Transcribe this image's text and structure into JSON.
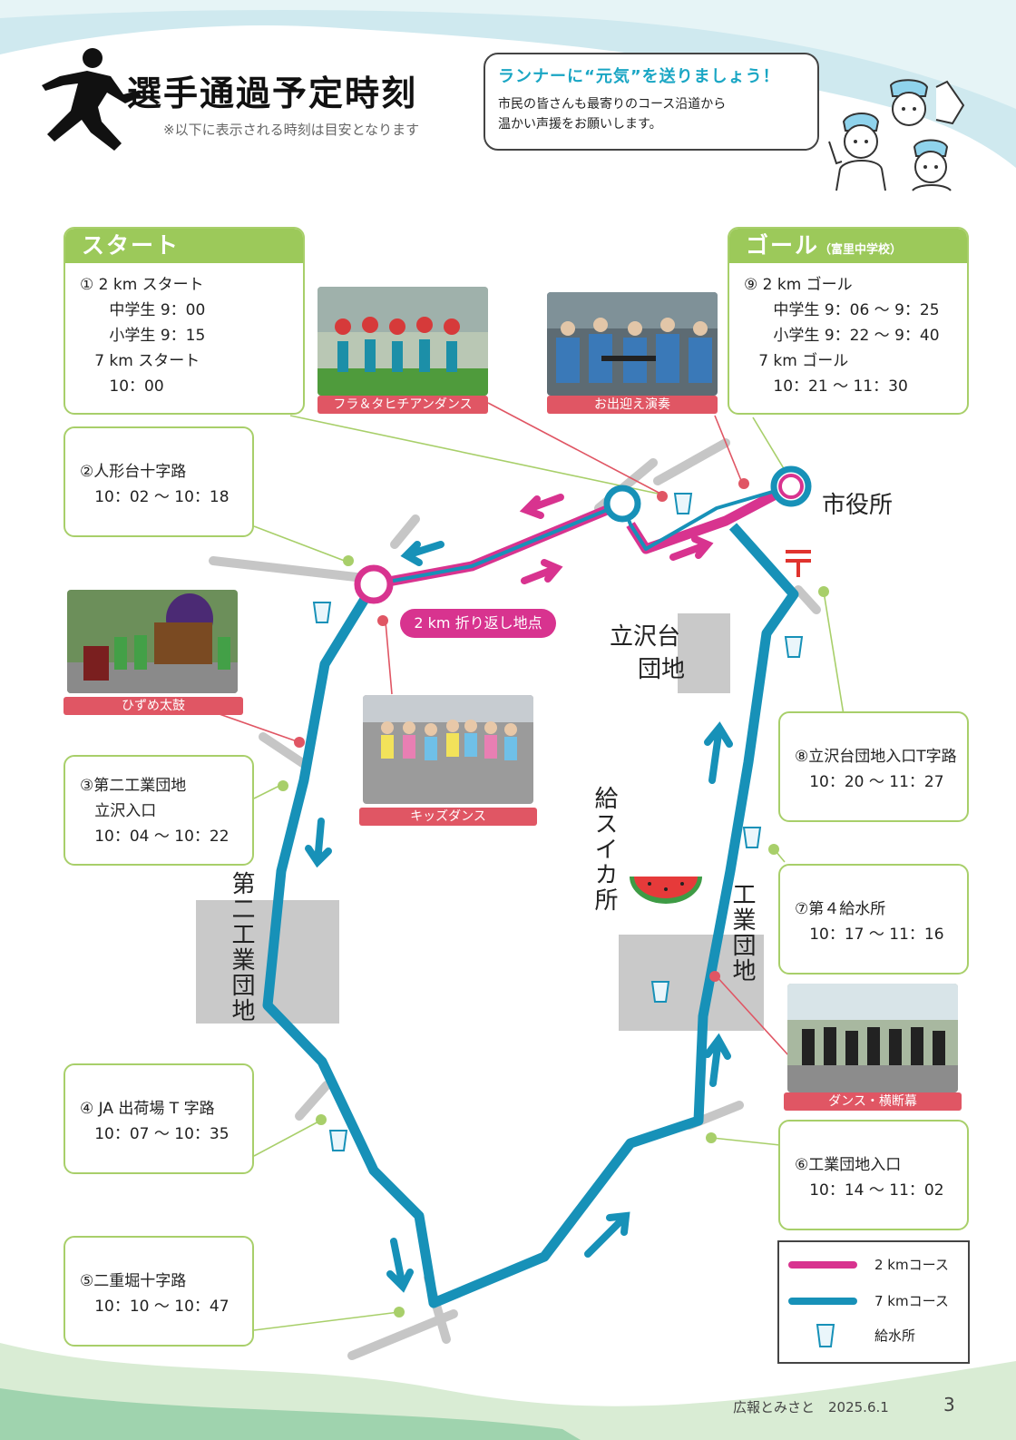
{
  "header": {
    "title": "選手通過予定時刻",
    "subtitle": "※以下に表示される時刻は目安となります"
  },
  "message": {
    "head": "ランナーに“元気”を送りましょう！",
    "line1": "市民の皆さんも最寄りのコース沿道から",
    "line2": "温かい声援をお願いします。"
  },
  "cards": {
    "start": {
      "head": "スタート",
      "text": "① 2 km スタート\n      中学生 9：00\n      小学生 9：15\n   7 km スタート\n      10：00"
    },
    "goal": {
      "head": "ゴール",
      "head_sub": "（富里中学校）",
      "text": "⑨ 2 km ゴール\n      中学生 9：06 ～ 9：25\n      小学生 9：22 ～ 9：40\n   7 km ゴール\n      10：21 ～ 11：30"
    },
    "c2": {
      "text": "②人形台十字路\n   10：02 ～ 10：18"
    },
    "c3": {
      "text": "③第二工業団地\n   立沢入口\n   10：04 ～ 10：22"
    },
    "c4": {
      "text": "④ JA 出荷場 T 字路\n   10：07 ～ 10：35"
    },
    "c5": {
      "text": "⑤二重堀十字路\n   10：10 ～ 10：47"
    },
    "c6": {
      "text": "⑥工業団地入口\n   10：14 ～ 11：02"
    },
    "c7": {
      "text": "⑦第４給水所\n   10：17 ～ 11：16"
    },
    "c8": {
      "text": "⑧立沢台団地入口T字路\n   10：20 ～ 11：27"
    }
  },
  "photos": {
    "hula": "フラ＆タヒチアンダンス",
    "brass": "お出迎え演奏",
    "taiko": "ひずめ太鼓",
    "kids": "キッズダンス",
    "dance": "ダンス・横断幕"
  },
  "places": {
    "city_hall": "市役所",
    "tatsuzawadai": "立沢台",
    "danchi": "団地",
    "dai2": "第二工業団地",
    "kogyo": "工業団地",
    "suika": "給スイカ所",
    "turnaround": "2 km 折り返し地点"
  },
  "legend": {
    "course2": "2 kmコース",
    "course7": "7 kmコース",
    "water": "給水所"
  },
  "colors": {
    "course2": "#d8338f",
    "course7": "#1791b8",
    "card_border": "#a8cf6a",
    "photo_label": "#e05664"
  },
  "footer": {
    "publication": "広報とみさと　2025.6.1",
    "page": "3"
  }
}
